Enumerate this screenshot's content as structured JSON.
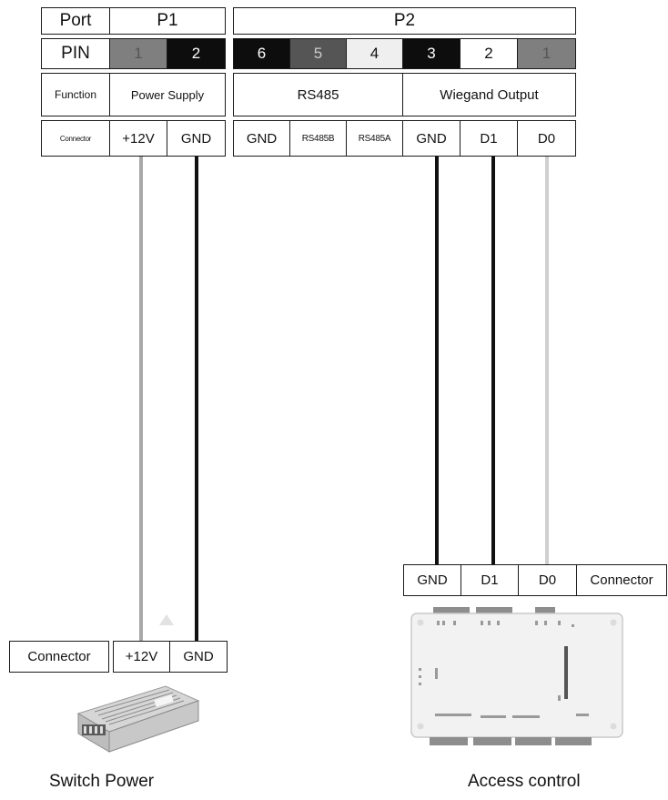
{
  "pin_table": {
    "headers": {
      "port": "Port",
      "pin": "PIN",
      "function": "Function",
      "connector": "Connector"
    },
    "ports": [
      "P1",
      "P2"
    ],
    "pins": [
      {
        "label": "1",
        "color": "#7f7f7f",
        "text_color": "#555555"
      },
      {
        "label": "2",
        "color": "#0d0d0d",
        "text_color": "#ffffff"
      },
      {
        "label": "6",
        "color": "#0d0d0d",
        "text_color": "#ffffff"
      },
      {
        "label": "5",
        "color": "#555555",
        "text_color": "#cccccc"
      },
      {
        "label": "4",
        "color": "#efefef",
        "text_color": "#111111"
      },
      {
        "label": "3",
        "color": "#0d0d0d",
        "text_color": "#ffffff"
      },
      {
        "label": "2",
        "color": "#ffffff",
        "text_color": "#111111"
      },
      {
        "label": "1",
        "color": "#7f7f7f",
        "text_color": "#555555"
      }
    ],
    "functions": [
      "Power Supply",
      "RS485",
      "Wiegand Output"
    ],
    "connectors": [
      "+12V",
      "GND",
      "GND",
      "RS485B",
      "RS485A",
      "GND",
      "D1",
      "D0"
    ]
  },
  "access_control": {
    "connectors": [
      "GND",
      "D1",
      "D0"
    ],
    "connector_label": "Connector",
    "caption": "Access control"
  },
  "switch_power": {
    "connector_label": "Connector",
    "connectors": [
      "+12V",
      "GND"
    ],
    "caption": "Switch Power"
  },
  "wire_colors": {
    "black": "#111111",
    "gray": "#a8a8a8",
    "light_gray": "#cfcfcf"
  }
}
